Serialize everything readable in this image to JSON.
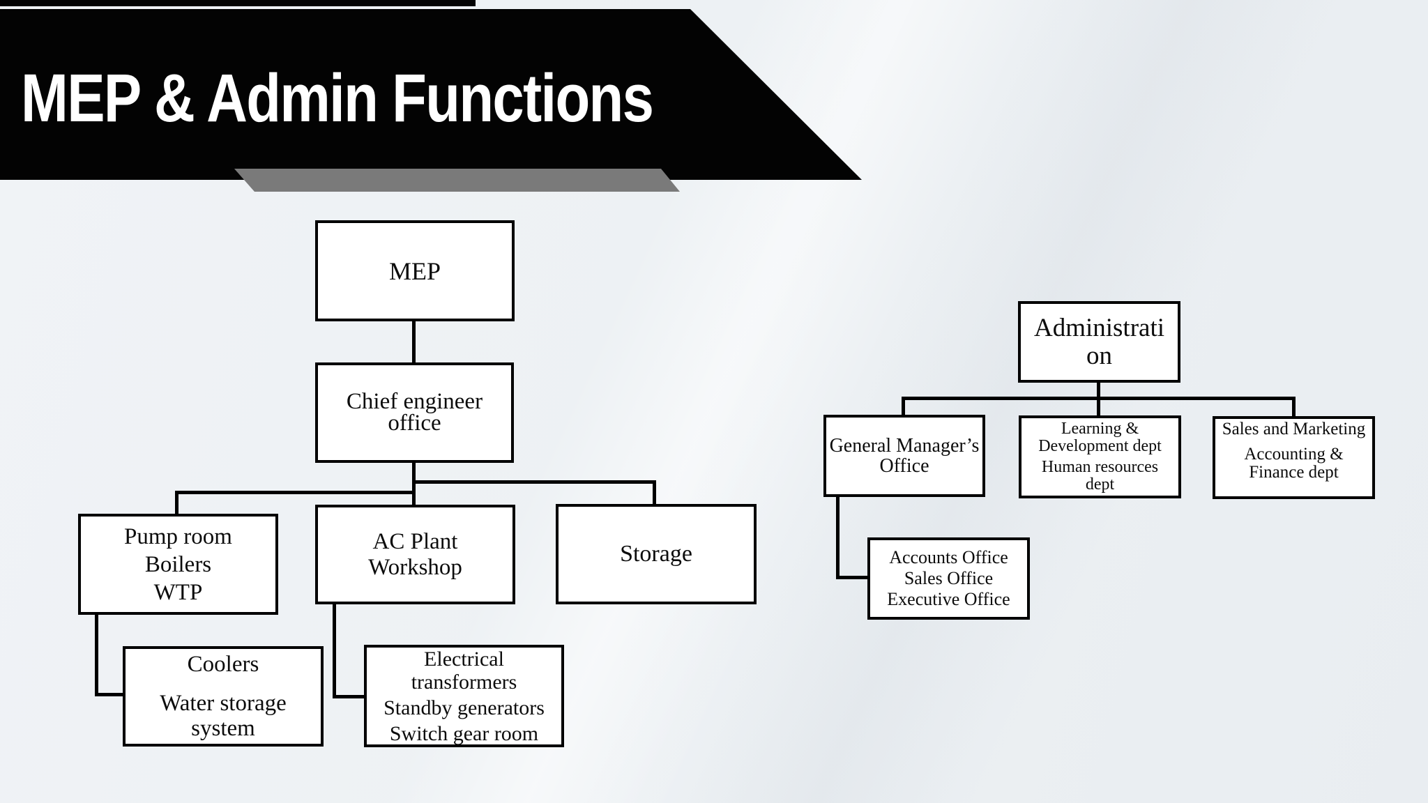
{
  "slide_title": "MEP & Admin Functions",
  "colors": {
    "banner": "#030303",
    "banner_shadow": "#7a7a7a",
    "background": "#edf1f4",
    "box_fill": "#ffffff",
    "box_border": "#000000",
    "title_text": "#ffffff",
    "connector": "#000000"
  },
  "mep_chart": {
    "mep": {
      "lines": [
        "MEP"
      ]
    },
    "chief_engineer_office": {
      "lines": [
        "Chief engineer",
        "office"
      ]
    },
    "pump_room": {
      "lines": [
        "Pump room",
        "Boilers",
        "WTP"
      ]
    },
    "ac_plant": {
      "lines": [
        "AC Plant",
        "Workshop"
      ]
    },
    "storage": {
      "lines": [
        "Storage"
      ]
    },
    "coolers": {
      "lines": [
        "Coolers",
        "Water storage",
        "system"
      ]
    },
    "electrical": {
      "lines": [
        "Electrical",
        "transformers",
        "Standby generators",
        "Switch gear room"
      ]
    }
  },
  "admin_chart": {
    "administration": {
      "lines": [
        "Administrati",
        "on"
      ]
    },
    "general_manager": {
      "lines": [
        "General Manager’s",
        "Office"
      ]
    },
    "learning_dev": {
      "lines": [
        "Learning &",
        "Development dept",
        "Human resources",
        "dept"
      ]
    },
    "sales_marketing": {
      "lines": [
        "Sales and Marketing",
        "Accounting &",
        "Finance dept"
      ]
    },
    "offices": {
      "lines": [
        "Accounts Office",
        "Sales Office",
        "Executive Office"
      ]
    }
  }
}
